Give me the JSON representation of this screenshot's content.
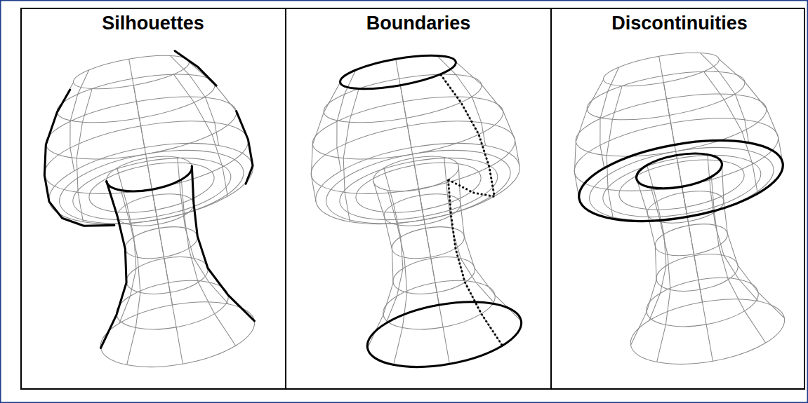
{
  "diagram": {
    "labels": [
      "Silhouettes",
      "Boundaries",
      "Discontinuities"
    ]
  }
}
